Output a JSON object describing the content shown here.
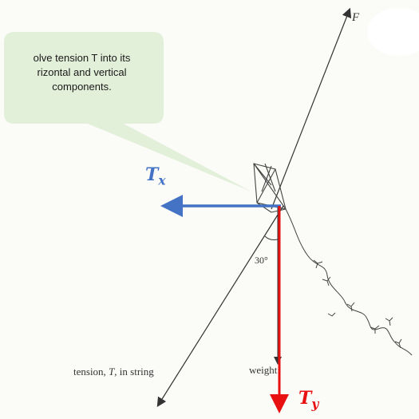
{
  "callout": {
    "line1": "olve tension T into its",
    "line2": "rizontal and vertical",
    "line3": "components."
  },
  "labels": {
    "force": "F",
    "angle": "30°",
    "weight": "weight",
    "tension_prefix": "tension, ",
    "tension_symbol": "T",
    "tension_suffix": ", in string",
    "tx_main": "T",
    "tx_sub": "x",
    "ty_main": "T",
    "ty_sub": "y"
  },
  "colors": {
    "tx_arrow": "#4472c4",
    "ty_arrow": "#e81010",
    "callout_fill": "#e2efd9",
    "line": "#333333"
  },
  "icons": {
    "kite": "kite-icon",
    "tail": "kite-tail-icon"
  }
}
